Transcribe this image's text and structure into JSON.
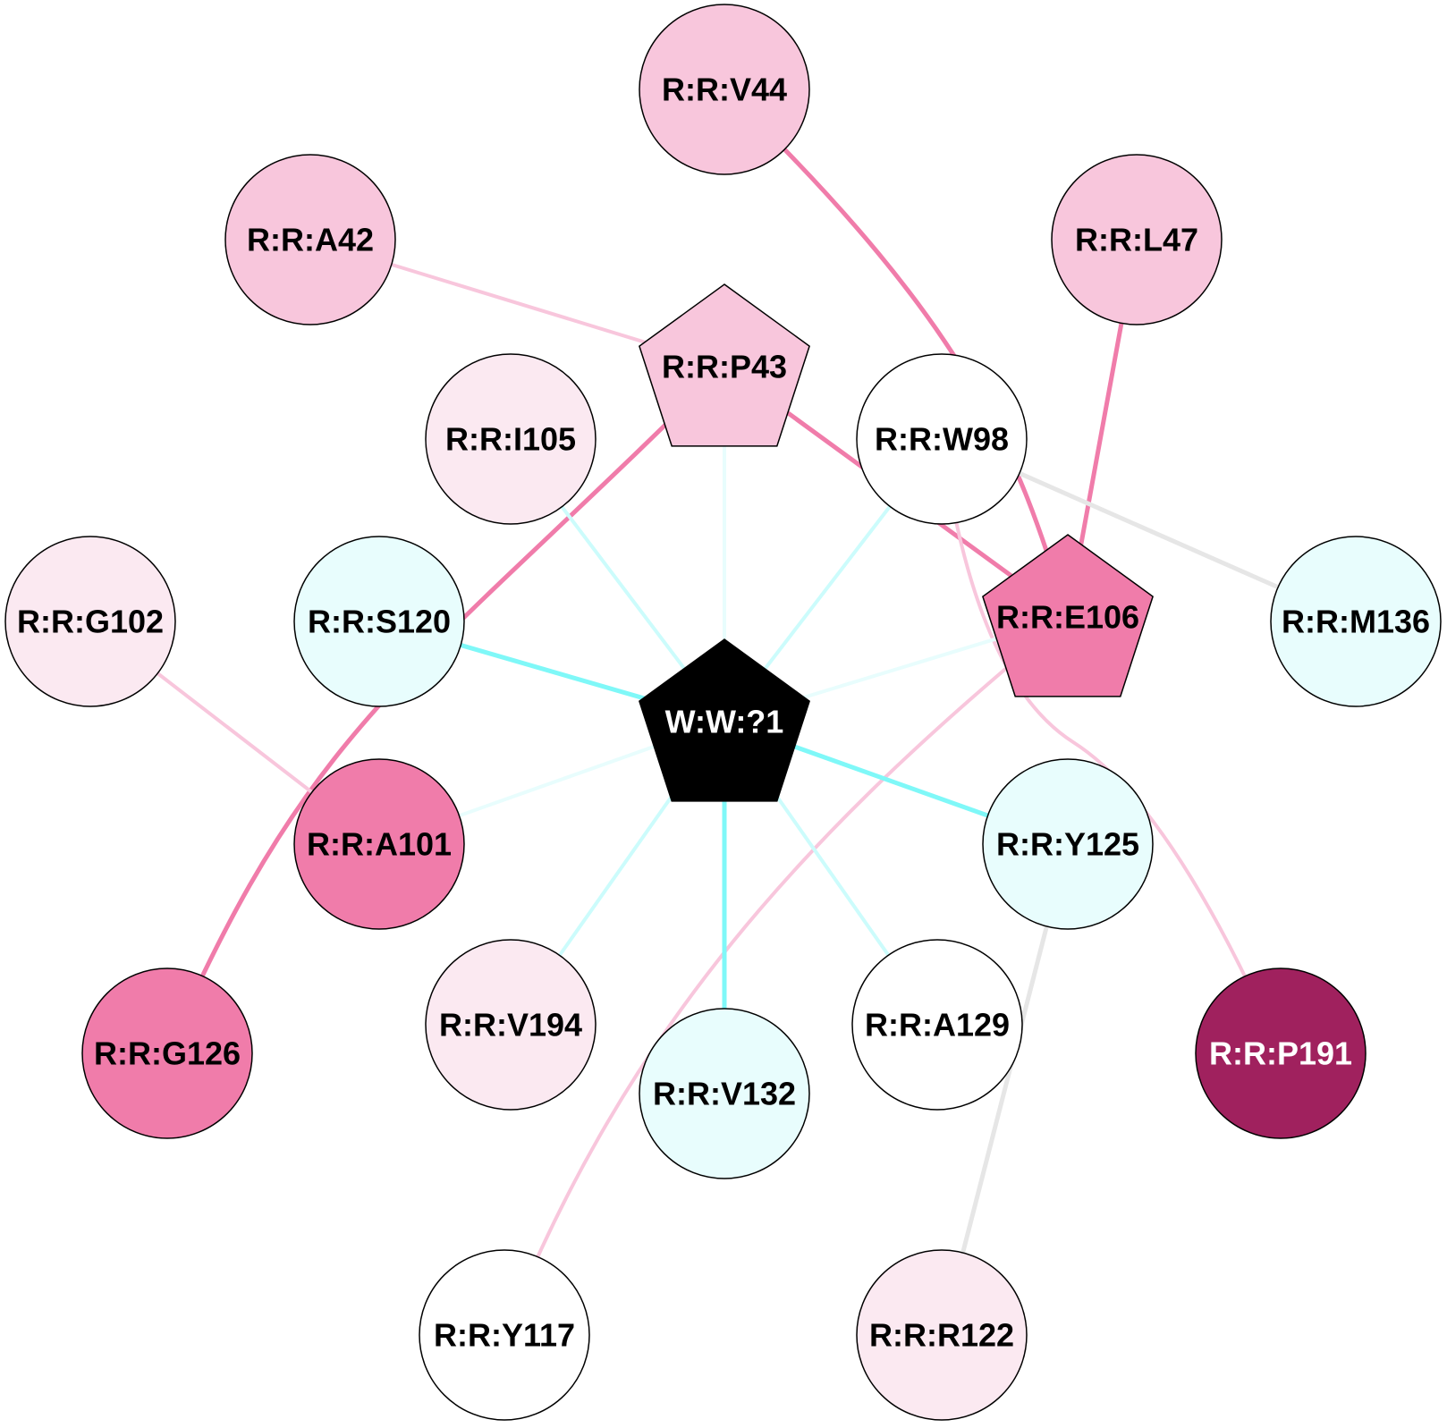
{
  "nodes": [
    {
      "id": "V44",
      "label": "R:R:V44",
      "shape": "circle",
      "fill": "#f8c6dc",
      "text": "#000000"
    },
    {
      "id": "A42",
      "label": "R:R:A42",
      "shape": "circle",
      "fill": "#f8c6dc",
      "text": "#000000"
    },
    {
      "id": "L47",
      "label": "R:R:L47",
      "shape": "circle",
      "fill": "#f8c6dc",
      "text": "#000000"
    },
    {
      "id": "P43",
      "label": "R:R:P43",
      "shape": "pentagon",
      "fill": "#f8c6dc",
      "text": "#000000"
    },
    {
      "id": "I105",
      "label": "R:R:I105",
      "shape": "circle",
      "fill": "#fbe9f1",
      "text": "#000000"
    },
    {
      "id": "W98",
      "label": "R:R:W98",
      "shape": "circle",
      "fill": "#ffffff",
      "text": "#000000"
    },
    {
      "id": "G102",
      "label": "R:R:G102",
      "shape": "circle",
      "fill": "#fbe9f1",
      "text": "#000000"
    },
    {
      "id": "S120",
      "label": "R:R:S120",
      "shape": "circle",
      "fill": "#e8fdfd",
      "text": "#000000"
    },
    {
      "id": "E106",
      "label": "R:R:E106",
      "shape": "pentagon",
      "fill": "#f07caa",
      "text": "#000000"
    },
    {
      "id": "M136",
      "label": "R:R:M136",
      "shape": "circle",
      "fill": "#e8fdfd",
      "text": "#000000"
    },
    {
      "id": "W1",
      "label": "W:W:?1",
      "shape": "pentagon",
      "fill": "#000000",
      "text": "#ffffff"
    },
    {
      "id": "A101",
      "label": "R:R:A101",
      "shape": "circle",
      "fill": "#f07caa",
      "text": "#000000"
    },
    {
      "id": "Y125",
      "label": "R:R:Y125",
      "shape": "circle",
      "fill": "#e8fdfd",
      "text": "#000000"
    },
    {
      "id": "G126",
      "label": "R:R:G126",
      "shape": "circle",
      "fill": "#f07caa",
      "text": "#000000"
    },
    {
      "id": "V194",
      "label": "R:R:V194",
      "shape": "circle",
      "fill": "#fbe9f1",
      "text": "#000000"
    },
    {
      "id": "A129",
      "label": "R:R:A129",
      "shape": "circle",
      "fill": "#ffffff",
      "text": "#000000"
    },
    {
      "id": "P191",
      "label": "R:R:P191",
      "shape": "circle",
      "fill": "#a0215e",
      "text": "#ffffff"
    },
    {
      "id": "V132",
      "label": "R:R:V132",
      "shape": "circle",
      "fill": "#e8fdfd",
      "text": "#000000"
    },
    {
      "id": "Y117",
      "label": "R:R:Y117",
      "shape": "circle",
      "fill": "#ffffff",
      "text": "#000000"
    },
    {
      "id": "R122",
      "label": "R:R:R122",
      "shape": "circle",
      "fill": "#fbe9f1",
      "text": "#000000"
    }
  ],
  "edges": [
    {
      "from": "A42",
      "to": "P43",
      "color": "#f8c6dc"
    },
    {
      "from": "V44",
      "to": "E106",
      "color": "#f07caa"
    },
    {
      "from": "L47",
      "to": "E106",
      "color": "#f07caa"
    },
    {
      "from": "P43",
      "to": "E106",
      "color": "#f07caa"
    },
    {
      "from": "P43",
      "to": "G126",
      "color": "#f07caa"
    },
    {
      "from": "P43",
      "to": "W1",
      "color": "#e8fdfd"
    },
    {
      "from": "I105",
      "to": "W1",
      "color": "#ccfcfc"
    },
    {
      "from": "W98",
      "to": "W1",
      "color": "#ccfcfc"
    },
    {
      "from": "W98",
      "to": "M136",
      "color": "#e6e6e6"
    },
    {
      "from": "W98",
      "to": "P191",
      "color": "#f8c6dc"
    },
    {
      "from": "S120",
      "to": "W1",
      "color": "#7ff8f8"
    },
    {
      "from": "E106",
      "to": "W1",
      "color": "#e8fdfd"
    },
    {
      "from": "E106",
      "to": "Y117",
      "color": "#f8c6dc"
    },
    {
      "from": "G102",
      "to": "A101",
      "color": "#f8c6dc"
    },
    {
      "from": "A101",
      "to": "W1",
      "color": "#e8fdfd"
    },
    {
      "from": "W1",
      "to": "Y125",
      "color": "#7ff8f8"
    },
    {
      "from": "W1",
      "to": "V194",
      "color": "#ccfcfc"
    },
    {
      "from": "W1",
      "to": "A129",
      "color": "#ccfcfc"
    },
    {
      "from": "W1",
      "to": "V132",
      "color": "#7ff8f8"
    },
    {
      "from": "Y125",
      "to": "R122",
      "color": "#e6e6e6"
    }
  ]
}
